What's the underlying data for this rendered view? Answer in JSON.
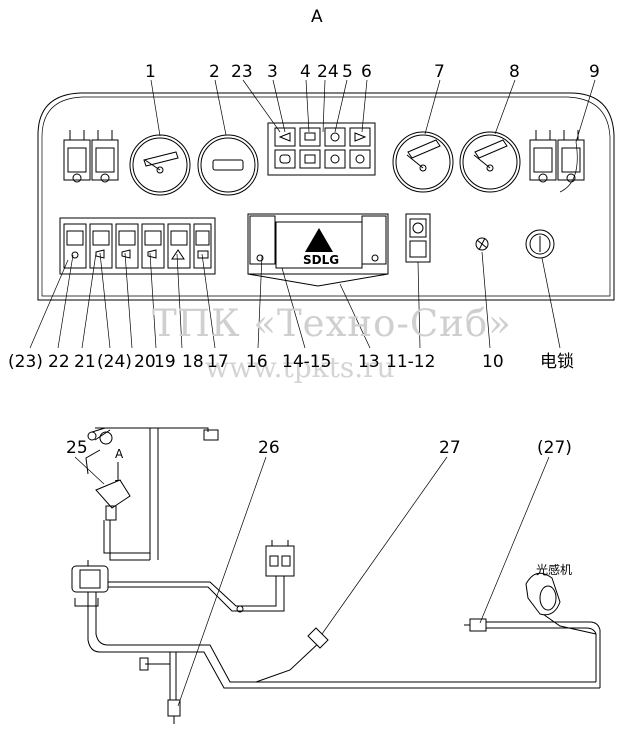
{
  "view_label": "A",
  "watermark": {
    "line1": "ТПК «Техно-Сиб»",
    "line2": "www.tpkts.ru"
  },
  "top_callouts": [
    "1",
    "2",
    "23",
    "3",
    "4",
    "24",
    "5",
    "6",
    "7",
    "8",
    "9"
  ],
  "bottom_callouts": [
    "(23)",
    "22",
    "21",
    "(24)",
    "20",
    "19",
    "18",
    "17",
    "16",
    "14-15",
    "13",
    "11-12",
    "10",
    "电锁"
  ],
  "harness_callouts": [
    "25",
    "26",
    "27",
    "(27)"
  ],
  "view_arrow_label": "A",
  "panel_logo": "SDLG",
  "sensor_label": "光感机"
}
